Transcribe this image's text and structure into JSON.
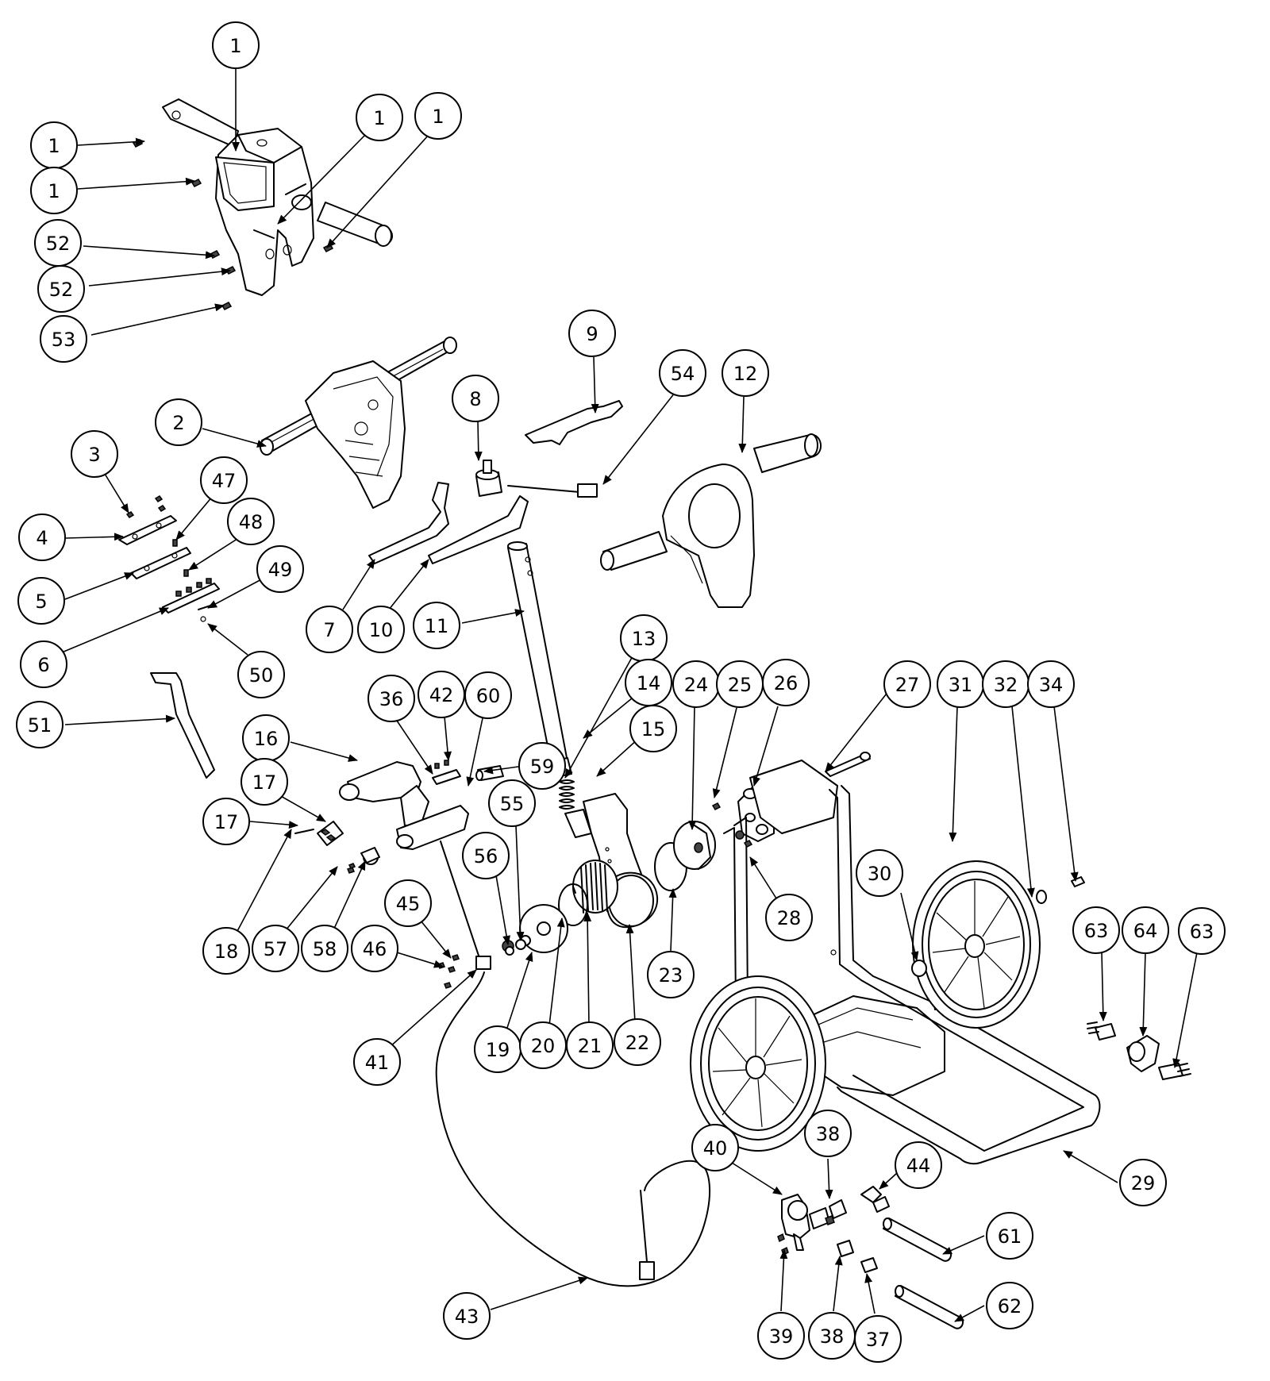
{
  "diagram": {
    "callouts": [
      "1",
      "1",
      "1",
      "1",
      "1",
      "52",
      "52",
      "53",
      "2",
      "3",
      "4",
      "5",
      "6",
      "47",
      "48",
      "49",
      "50",
      "51",
      "8",
      "9",
      "54",
      "12",
      "7",
      "10",
      "11",
      "13",
      "14",
      "15",
      "24",
      "25",
      "26",
      "27",
      "31",
      "32",
      "34",
      "16",
      "17",
      "17",
      "36",
      "42",
      "60",
      "59",
      "18",
      "57",
      "58",
      "55",
      "56",
      "45",
      "46",
      "41",
      "19",
      "20",
      "21",
      "22",
      "23",
      "28",
      "30",
      "63",
      "64",
      "63",
      "29",
      "40",
      "38",
      "44",
      "61",
      "39",
      "38",
      "37",
      "62",
      "43"
    ]
  }
}
